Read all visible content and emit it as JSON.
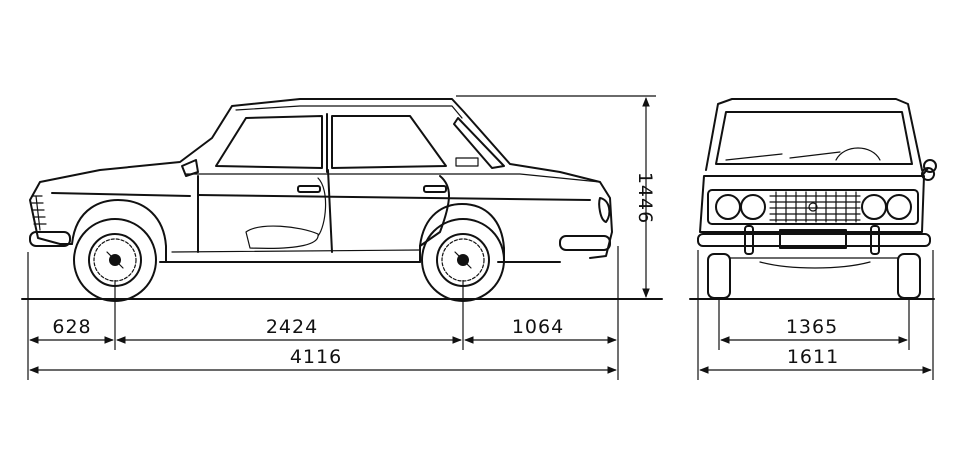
{
  "dimensions": {
    "front_overhang": "628",
    "wheelbase": "2424",
    "rear_overhang": "1064",
    "overall_length": "4116",
    "height": "1446",
    "track": "1365",
    "overall_width": "1611"
  },
  "colors": {
    "ink": "#111111",
    "paper": "#ffffff"
  }
}
